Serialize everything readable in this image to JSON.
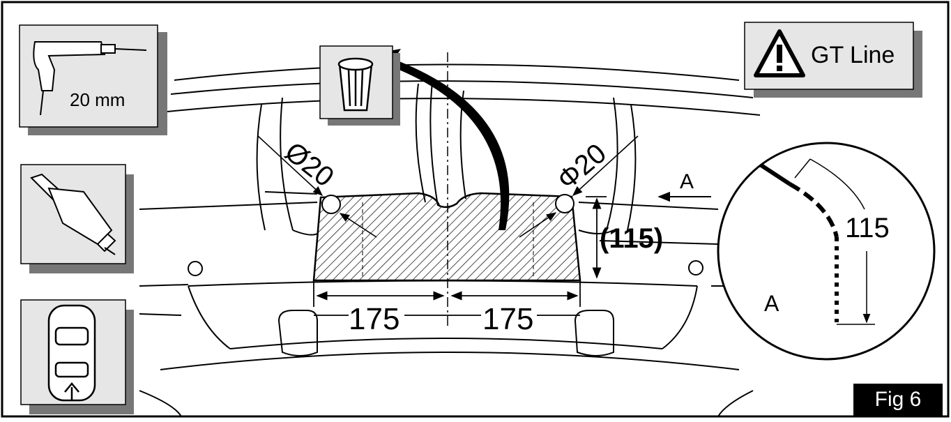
{
  "tools": {
    "drill_label": "20 mm",
    "drill_icon": "drill-icon",
    "saw_icon": "oscillating-saw-icon",
    "car_icon": "car-top-view-icon",
    "bin_icon": "waste-bin-icon"
  },
  "badge": {
    "warning_icon": "warning-triangle-icon",
    "label": "GT Line"
  },
  "dimensions": {
    "hole_left": "Ø20",
    "hole_right": "Φ20",
    "height": "(115)",
    "width_left": "175",
    "width_right": "175",
    "view_marker": "A"
  },
  "detail": {
    "label": "A",
    "dimension": "115"
  },
  "figure": {
    "label": "Fig 6"
  },
  "colors": {
    "panel_fill": "#e6e6e6",
    "panel_shadow": "#777777",
    "line": "#000000",
    "badge_bg": "#000000",
    "badge_text": "#ffffff"
  }
}
